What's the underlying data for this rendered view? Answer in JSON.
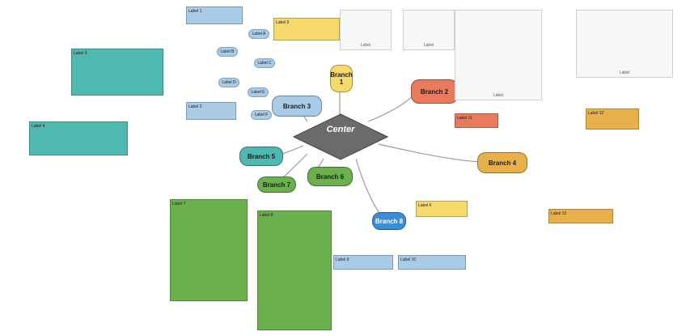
{
  "center": {
    "title": "Center",
    "color": "#6b6b6b"
  },
  "hubs": [
    {
      "key": "branch_1",
      "label": "Branch 1",
      "color": "#f5d96a"
    },
    {
      "key": "branch_2",
      "label": "Branch 2",
      "color": "#e87a5d"
    },
    {
      "key": "branch_3",
      "label": "Branch 3",
      "color": "#a8cbe8"
    },
    {
      "key": "branch_4",
      "label": "Branch 4",
      "color": "#e8b04a"
    },
    {
      "key": "branch_5",
      "label": "Branch 5",
      "color": "#4fb8b0"
    },
    {
      "key": "branch_6",
      "label": "Branch 6",
      "color": "#6ab04c"
    },
    {
      "key": "branch_7",
      "label": "Branch 7",
      "color": "#6ab04c"
    },
    {
      "key": "branch_8",
      "label": "Branch 8",
      "color": "#3b8ed6"
    }
  ],
  "notes": [
    {
      "key": "note_1",
      "text": "Label 1",
      "color": "#a8cbe8"
    },
    {
      "key": "note_2",
      "text": "Label 2",
      "color": "#a8cbe8"
    },
    {
      "key": "note_3",
      "text": "Label 3",
      "color": "#4fb8b0"
    },
    {
      "key": "note_4",
      "text": "Label 4",
      "color": "#4fb8b0"
    },
    {
      "key": "note_5",
      "text": "Label 5",
      "color": "#f5d96a"
    },
    {
      "key": "note_6",
      "text": "Label 6",
      "color": "#f5d96a"
    },
    {
      "key": "note_7",
      "text": "Label 7",
      "color": "#6ab04c"
    },
    {
      "key": "note_8",
      "text": "Label 8",
      "color": "#6ab04c"
    },
    {
      "key": "note_9",
      "text": "Label 9",
      "color": "#a8cbe8"
    },
    {
      "key": "note_10",
      "text": "Label 10",
      "color": "#a8cbe8"
    },
    {
      "key": "note_11",
      "text": "Label 11",
      "color": "#e87a5d"
    },
    {
      "key": "note_12",
      "text": "Label 12",
      "color": "#e8b04a"
    },
    {
      "key": "note_13",
      "text": "Label 13",
      "color": "#e8b04a"
    }
  ],
  "ovals": [
    "Label A",
    "Label B",
    "Label C",
    "Label D",
    "Label E",
    "Label F"
  ],
  "panels": [
    "Label",
    "Label",
    "Label",
    "Label"
  ]
}
